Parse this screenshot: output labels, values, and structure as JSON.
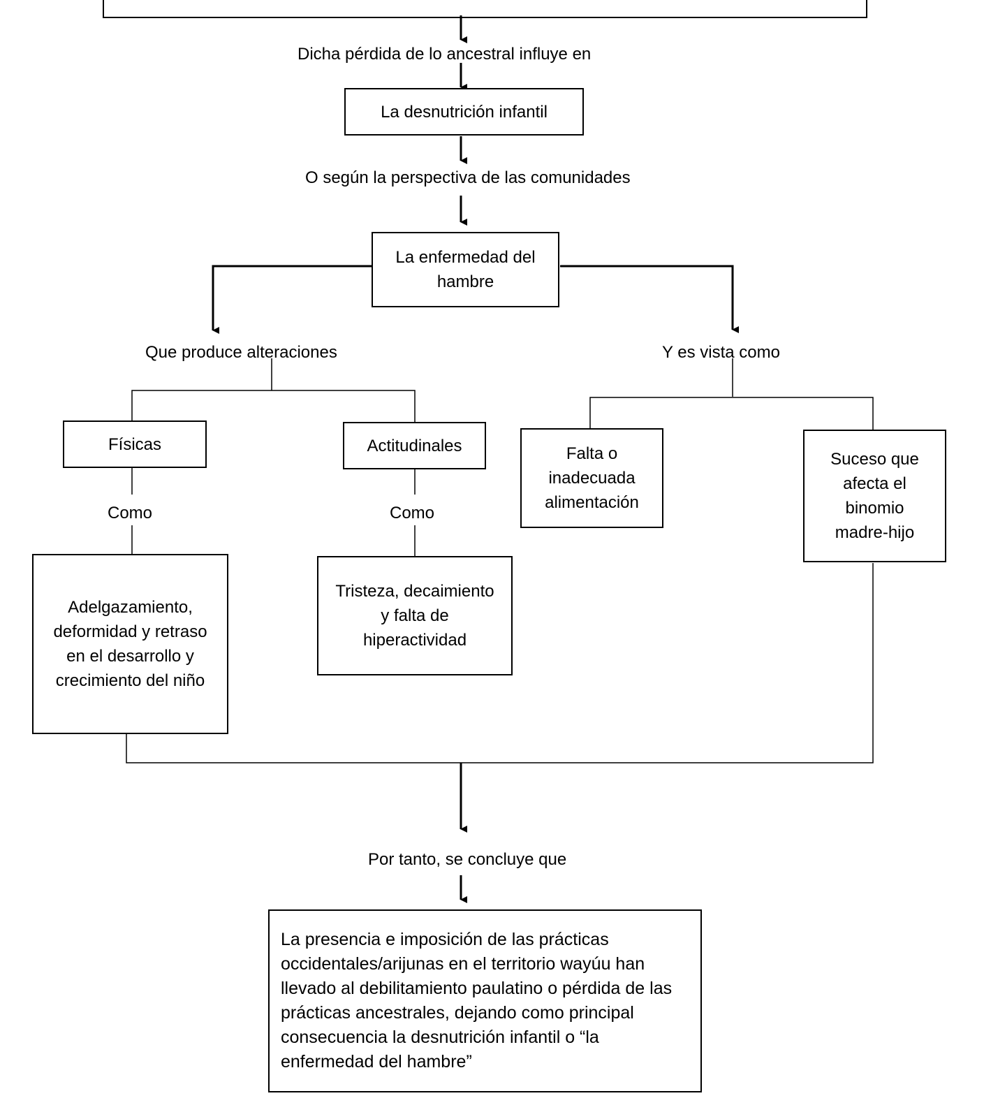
{
  "diagram": {
    "connectors": {
      "influye": "Dicha pérdida de lo ancestral influye en",
      "perspectiva": "O según la perspectiva de las comunidades",
      "produce": "Que produce alteraciones",
      "vista": "Y es vista como",
      "como_fisicas": "Como",
      "como_actitudinales": "Como",
      "conclusion": "Por tanto, se concluye que"
    },
    "nodes": {
      "desnutricion": "La desnutrición infantil",
      "enfermedad": "La enfermedad del hambre",
      "fisicas": "Físicas",
      "actitudinales": "Actitudinales",
      "falta": "Falta o inadecuada alimentación",
      "suceso": "Suceso que afecta el binomio madre-hijo",
      "adelgazamiento": "Adelgazamiento, deformidad y retraso en el desarrollo y crecimiento del niño",
      "tristeza": "Tristeza, decaimiento y falta de hiperactividad",
      "conclusion": "La presencia e imposición de las prácticas occidentales/arijunas en el territorio wayúu han llevado al debilitamiento paulatino o pérdida de las prácticas ancestrales, dejando como principal consecuencia la desnutrición infantil o “la enfermedad del hambre”"
    }
  }
}
